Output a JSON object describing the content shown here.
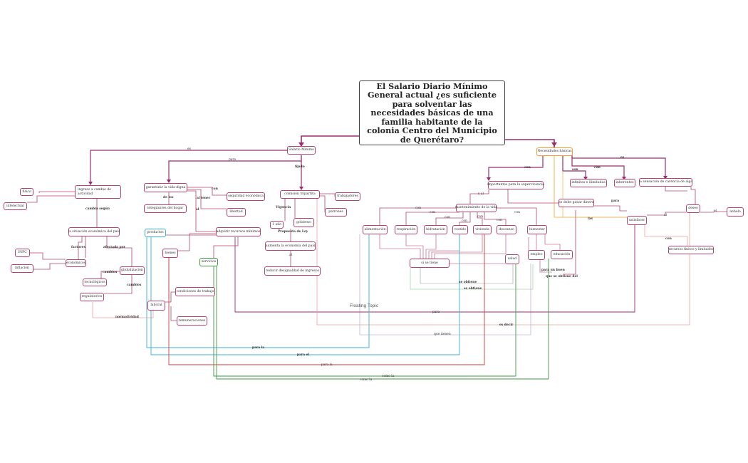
{
  "root": {
    "title": "El Salario Diario Mínimo General actual ¿es suficiente para solventar las necesidades básicas de una familia habitante de la colonia Centro del Municipio de Querétaro?"
  },
  "floating_topic": "Floating Topic",
  "colors": {
    "primary_line": "#9b2d6e",
    "node_border": "#b5436b",
    "orange": "#f0a030",
    "blue": "#3bb0d8",
    "green": "#3f9a3f",
    "red": "#d43a3a",
    "pink": "#f0a0a0",
    "lightgreen": "#a8d8a8",
    "violet": "#b090d0",
    "gray": "#999999"
  },
  "nodes": {
    "salario": "Salario Mínimo",
    "necesidades": "Necesidades básicas",
    "ingreso": "ingreso a cambio de actividad",
    "fisico": "físico",
    "intelectual": "intelectual",
    "situacion": "la situación económica del país",
    "economicos": "económicos",
    "inpc": "INPC",
    "inflacion": "inflación",
    "globalizacion": "globalización",
    "tecnologicos": "tecnológicos",
    "regulatorios": "regulatorios",
    "garantizar": "garantizar la vida digna",
    "integrantes": "integrantes del hogar",
    "seguridad": "seguridad económica",
    "libertad": "libertad",
    "adquirir": "adquirir recursos mínimos",
    "productos": "productos",
    "bienes": "bienes",
    "servicios": "servicios",
    "laboral": "laboral",
    "condiciones": "condiciones de trabajo",
    "remuneraciones": "remuneraciones",
    "comision": "comisión tripartita",
    "trabajadores": "trabajadores",
    "patrones": "patrones",
    "gobierno": "gobierno",
    "unano": "1 año",
    "aumenta": "aumenta la economía del país",
    "reducir": "reducir desigualdad de ingresos",
    "importantes": "importantes para la supervivencia",
    "mantenimiento": "mantenimiento de la vida",
    "alimentacion": "alimentación",
    "respiracion": "respiración",
    "hidratacion": "hidratación",
    "vestido": "vestido",
    "vivienda": "vivienda",
    "descanso": "descanso",
    "bienestar": "bienestar",
    "sisetiene": "si se tiene",
    "salud": "salud",
    "empleo": "empleo",
    "educacion": "educación",
    "infinitas": "infinitas e ilimitadas",
    "inherentes": "inherentes",
    "sensacion": "la sensación de carencia de algo",
    "deseo": "deseo",
    "anhelo": "anhelo",
    "satisfacer": "satisfacer",
    "recursos_finitos": "recursos finitos y limitados",
    "debe_ganar": "se debe ganar dinero"
  },
  "labels": {
    "es": "es",
    "para": "para",
    "fijado": "fijado",
    "cambia_segun": "cambia según",
    "factores": "factores",
    "afectada_por": "afectada por",
    "cambios1": "cambios",
    "cambios2": "cambios",
    "normatividad": "normatividad",
    "de_los": "de los",
    "al_tener": "al tener",
    "con_seg": "con",
    "al": "al",
    "vigencia": "Vigencia",
    "propuesta": "Propuesta de Ley",
    "al_prop": "al",
    "con_nb1": "con",
    "con_nb2": "con",
    "son": "son",
    "y_al": "y al",
    "el": "el",
    "es_nb": "es",
    "para_sat": "para",
    "las": "las",
    "con_rec": "con",
    "con_m1": "con",
    "con_m2": "con",
    "con_m3": "con",
    "con_m4": "con",
    "con_m5": "con",
    "con_m6": "con",
    "se_obtiene1": "se obtiene",
    "se_obtiene2": "se obtiene",
    "para_un_buen": "para un buen",
    "que_se_obtiene": "que se obtiene del",
    "para_b1": "para",
    "es_decir": "es decir",
    "que_tienen": "que tienen",
    "para_la1": "para la",
    "para_el": "para el",
    "para_la2": "para la",
    "como_la1": "como la",
    "como_la2": "como la"
  }
}
